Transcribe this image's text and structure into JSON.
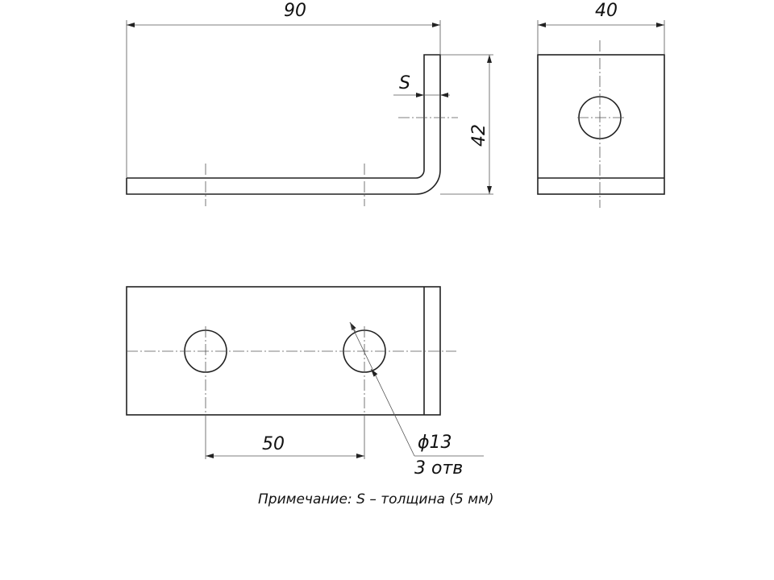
{
  "dimensions": {
    "length": "90",
    "width": "40",
    "height": "42",
    "thickness": "S",
    "hole_spacing": "50",
    "hole_diameter": "ϕ13",
    "hole_count": "3 отв"
  },
  "note": "Примечание: S – толщина (5 мм)"
}
